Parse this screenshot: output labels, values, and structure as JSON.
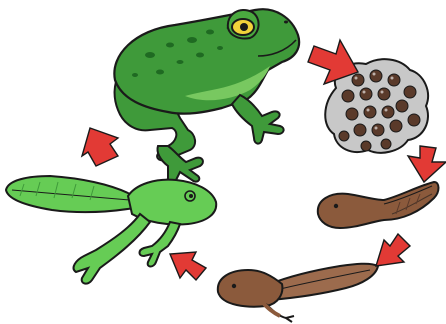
{
  "diagram": {
    "type": "cycle",
    "stages": [
      {
        "key": "adult-frog",
        "icon": "adult-frog-icon"
      },
      {
        "key": "frog-spawn",
        "icon": "frog-spawn-icon"
      },
      {
        "key": "tadpole",
        "icon": "tadpole-icon"
      },
      {
        "key": "tadpole-with-legs",
        "icon": "tadpole-with-legs-icon"
      },
      {
        "key": "froglet",
        "icon": "froglet-icon"
      }
    ],
    "arrows": [
      "arrow-frog-to-spawn",
      "arrow-spawn-to-tadpole",
      "arrow-tadpole-to-legged-tadpole",
      "arrow-legged-tadpole-to-froglet",
      "arrow-froglet-to-frog"
    ],
    "colors": {
      "frog_green": "#3f9a3a",
      "frog_green_light": "#5fbf4a",
      "froglet_green": "#66cc55",
      "tadpole_brown": "#8b5a3c",
      "tadpole_tail": "#9c6b4d",
      "spawn_gray": "#c8c8c8",
      "egg_brown": "#5a3a2a",
      "arrow_red": "#e23a35",
      "eye_yellow": "#f2d23a",
      "outline": "#1a1a1a"
    }
  }
}
